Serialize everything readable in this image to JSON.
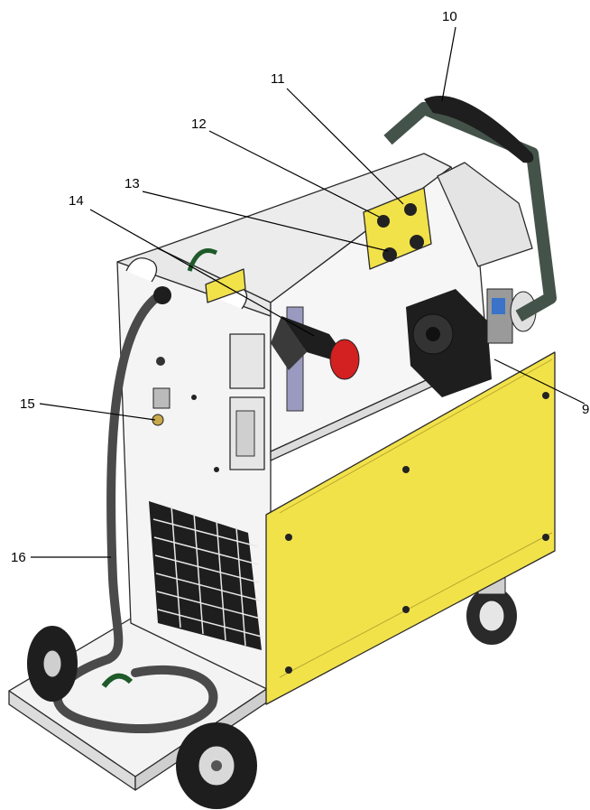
{
  "callouts": [
    {
      "id": "10",
      "label": "10"
    },
    {
      "id": "11",
      "label": "11"
    },
    {
      "id": "12",
      "label": "12"
    },
    {
      "id": "13",
      "label": "13"
    },
    {
      "id": "14",
      "label": "14"
    },
    {
      "id": "15",
      "label": "15"
    },
    {
      "id": "16",
      "label": "16"
    },
    {
      "id": "9",
      "label": "9"
    }
  ],
  "colors": {
    "panel_yellow": "#f2e24a",
    "body_light": "#f4f4f4",
    "dark": "#1e1e1e",
    "frame_green": "#44534a",
    "knob_red": "#d32020",
    "cable": "#4a4a4a"
  }
}
